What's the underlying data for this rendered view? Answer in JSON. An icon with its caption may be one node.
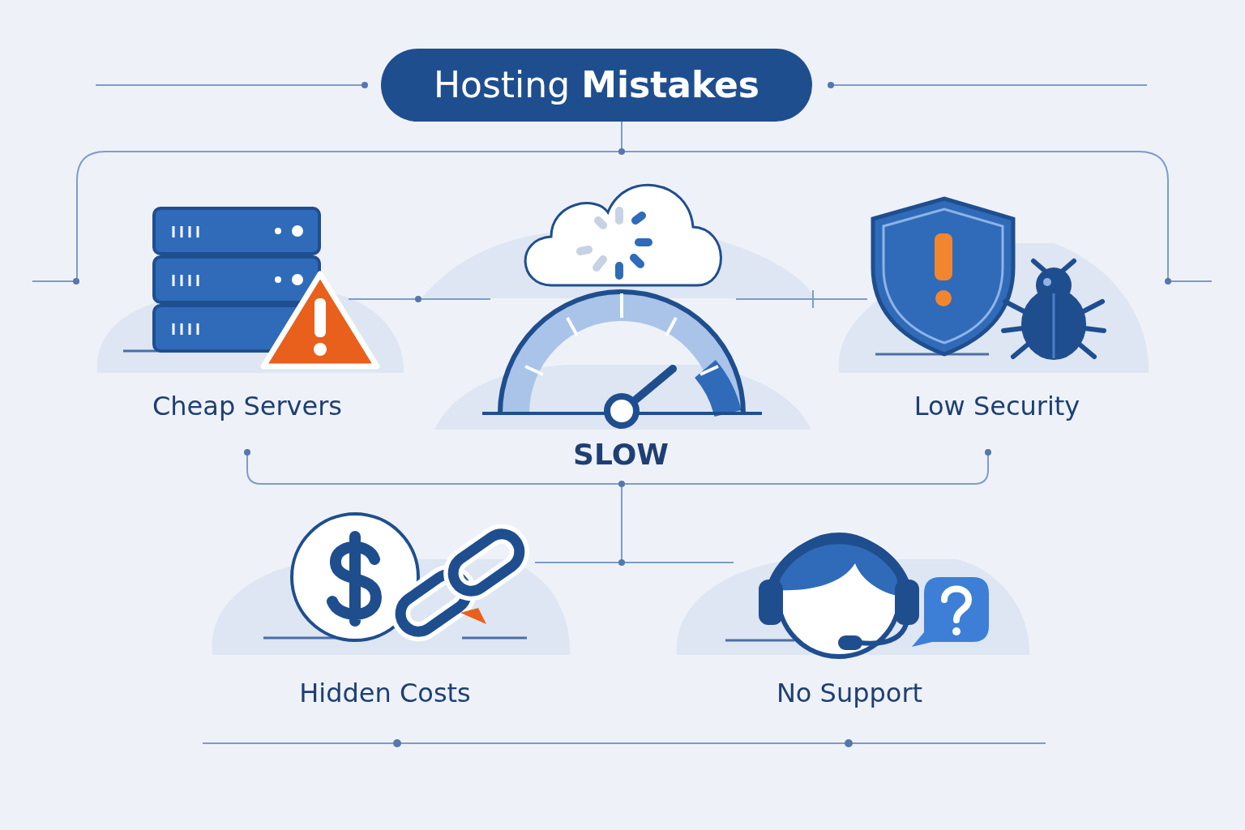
{
  "diagram": {
    "title": "Hosting **Mistakes**",
    "labels": [
      "Cheap Servers",
      "SLOW",
      "Low Security",
      "Hidden Costs",
      "No Support"
    ]
  }
}
